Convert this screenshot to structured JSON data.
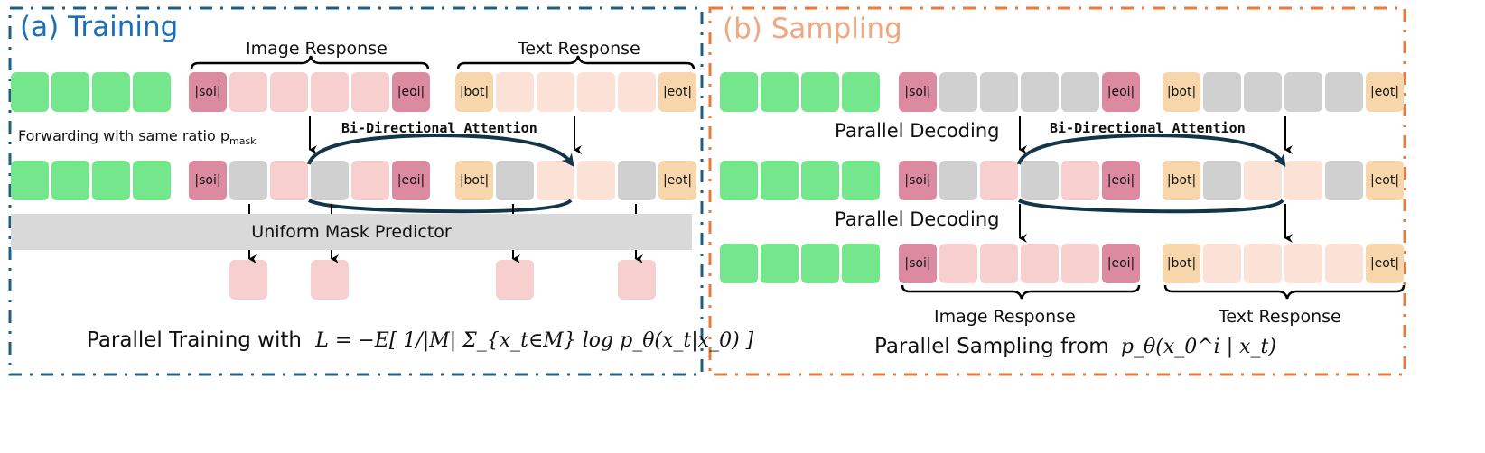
{
  "colors": {
    "training_border": "#1f5f85",
    "sampling_border": "#e87a3a",
    "training_title": "#1a6fb8",
    "sampling_title": "#f2a77e",
    "prompt_green": "#74e68c",
    "image_special": "#dc8aa0",
    "image_token": "#f7cfcf",
    "text_special": "#f8d6ab",
    "text_token": "#fce1d6",
    "mask_gray": "#d0d0d0",
    "arc": "#12354a"
  },
  "training": {
    "title": "(a) Training",
    "image_response_label": "Image Response",
    "text_response_label": "Text Response",
    "forwarding_label": "Forwarding with same ratio p",
    "forwarding_subscript": "mask",
    "attention_label": "Bi-Directional Attention",
    "predictor_label": "Uniform Mask Predictor",
    "loss_prefix": "Parallel Training with",
    "loss_formula": "L = −E[ 1/|M| Σ_{x_t∈M} log p_θ(x_t|x_0) ]",
    "rows": [
      {
        "name": "input-row",
        "prompt": [
          "",
          "",
          "",
          ""
        ],
        "image": [
          {
            "text": "|soi|",
            "kind": "image_special"
          },
          {
            "text": "",
            "kind": "image_token"
          },
          {
            "text": "",
            "kind": "image_token"
          },
          {
            "text": "",
            "kind": "image_token"
          },
          {
            "text": "",
            "kind": "image_token"
          },
          {
            "text": "|eoi|",
            "kind": "image_special"
          }
        ],
        "text": [
          {
            "text": "|bot|",
            "kind": "text_special"
          },
          {
            "text": "",
            "kind": "text_token"
          },
          {
            "text": "",
            "kind": "text_token"
          },
          {
            "text": "",
            "kind": "text_token"
          },
          {
            "text": "",
            "kind": "text_token"
          },
          {
            "text": "|eot|",
            "kind": "text_special"
          }
        ]
      },
      {
        "name": "masked-row",
        "prompt": [
          "",
          "",
          "",
          ""
        ],
        "image": [
          {
            "text": "|soi|",
            "kind": "image_special"
          },
          {
            "text": "",
            "kind": "mask_gray"
          },
          {
            "text": "",
            "kind": "image_token"
          },
          {
            "text": "",
            "kind": "mask_gray"
          },
          {
            "text": "",
            "kind": "image_token"
          },
          {
            "text": "|eoi|",
            "kind": "image_special"
          }
        ],
        "text": [
          {
            "text": "|bot|",
            "kind": "text_special"
          },
          {
            "text": "",
            "kind": "mask_gray"
          },
          {
            "text": "",
            "kind": "text_token"
          },
          {
            "text": "",
            "kind": "text_token"
          },
          {
            "text": "",
            "kind": "mask_gray"
          },
          {
            "text": "|eot|",
            "kind": "text_special"
          }
        ]
      }
    ],
    "predicted_outputs": [
      {
        "group": "image",
        "index": 1
      },
      {
        "group": "image",
        "index": 3
      },
      {
        "group": "text",
        "index": 1
      },
      {
        "group": "text",
        "index": 4
      }
    ]
  },
  "sampling": {
    "title": "(b) Sampling",
    "decoding_label_1": "Parallel Decoding",
    "decoding_label_2": "Parallel Decoding",
    "attention_label": "Bi-Directional Attention",
    "image_response_label": "Image Response",
    "text_response_label": "Text Response",
    "sampling_prefix": "Parallel Sampling from",
    "sampling_formula": "p_θ(x_0^i | x_t)",
    "rows": [
      {
        "name": "fully-masked-row",
        "prompt": [
          "",
          "",
          "",
          ""
        ],
        "image": [
          {
            "text": "|soi|",
            "kind": "image_special"
          },
          {
            "text": "",
            "kind": "mask_gray"
          },
          {
            "text": "",
            "kind": "mask_gray"
          },
          {
            "text": "",
            "kind": "mask_gray"
          },
          {
            "text": "",
            "kind": "mask_gray"
          },
          {
            "text": "|eoi|",
            "kind": "image_special"
          }
        ],
        "text": [
          {
            "text": "|bot|",
            "kind": "text_special"
          },
          {
            "text": "",
            "kind": "mask_gray"
          },
          {
            "text": "",
            "kind": "mask_gray"
          },
          {
            "text": "",
            "kind": "mask_gray"
          },
          {
            "text": "",
            "kind": "mask_gray"
          },
          {
            "text": "|eot|",
            "kind": "text_special"
          }
        ]
      },
      {
        "name": "partially-decoded-row",
        "prompt": [
          "",
          "",
          "",
          ""
        ],
        "image": [
          {
            "text": "|soi|",
            "kind": "image_special"
          },
          {
            "text": "",
            "kind": "mask_gray"
          },
          {
            "text": "",
            "kind": "image_token"
          },
          {
            "text": "",
            "kind": "mask_gray"
          },
          {
            "text": "",
            "kind": "image_token"
          },
          {
            "text": "|eoi|",
            "kind": "image_special"
          }
        ],
        "text": [
          {
            "text": "|bot|",
            "kind": "text_special"
          },
          {
            "text": "",
            "kind": "mask_gray"
          },
          {
            "text": "",
            "kind": "text_token"
          },
          {
            "text": "",
            "kind": "text_token"
          },
          {
            "text": "",
            "kind": "mask_gray"
          },
          {
            "text": "|eot|",
            "kind": "text_special"
          }
        ]
      },
      {
        "name": "fully-decoded-row",
        "prompt": [
          "",
          "",
          "",
          ""
        ],
        "image": [
          {
            "text": "|soi|",
            "kind": "image_special"
          },
          {
            "text": "",
            "kind": "image_token"
          },
          {
            "text": "",
            "kind": "image_token"
          },
          {
            "text": "",
            "kind": "image_token"
          },
          {
            "text": "",
            "kind": "image_token"
          },
          {
            "text": "|eoi|",
            "kind": "image_special"
          }
        ],
        "text": [
          {
            "text": "|bot|",
            "kind": "text_special"
          },
          {
            "text": "",
            "kind": "text_token"
          },
          {
            "text": "",
            "kind": "text_token"
          },
          {
            "text": "",
            "kind": "text_token"
          },
          {
            "text": "",
            "kind": "text_token"
          },
          {
            "text": "|eot|",
            "kind": "text_special"
          }
        ]
      }
    ]
  }
}
